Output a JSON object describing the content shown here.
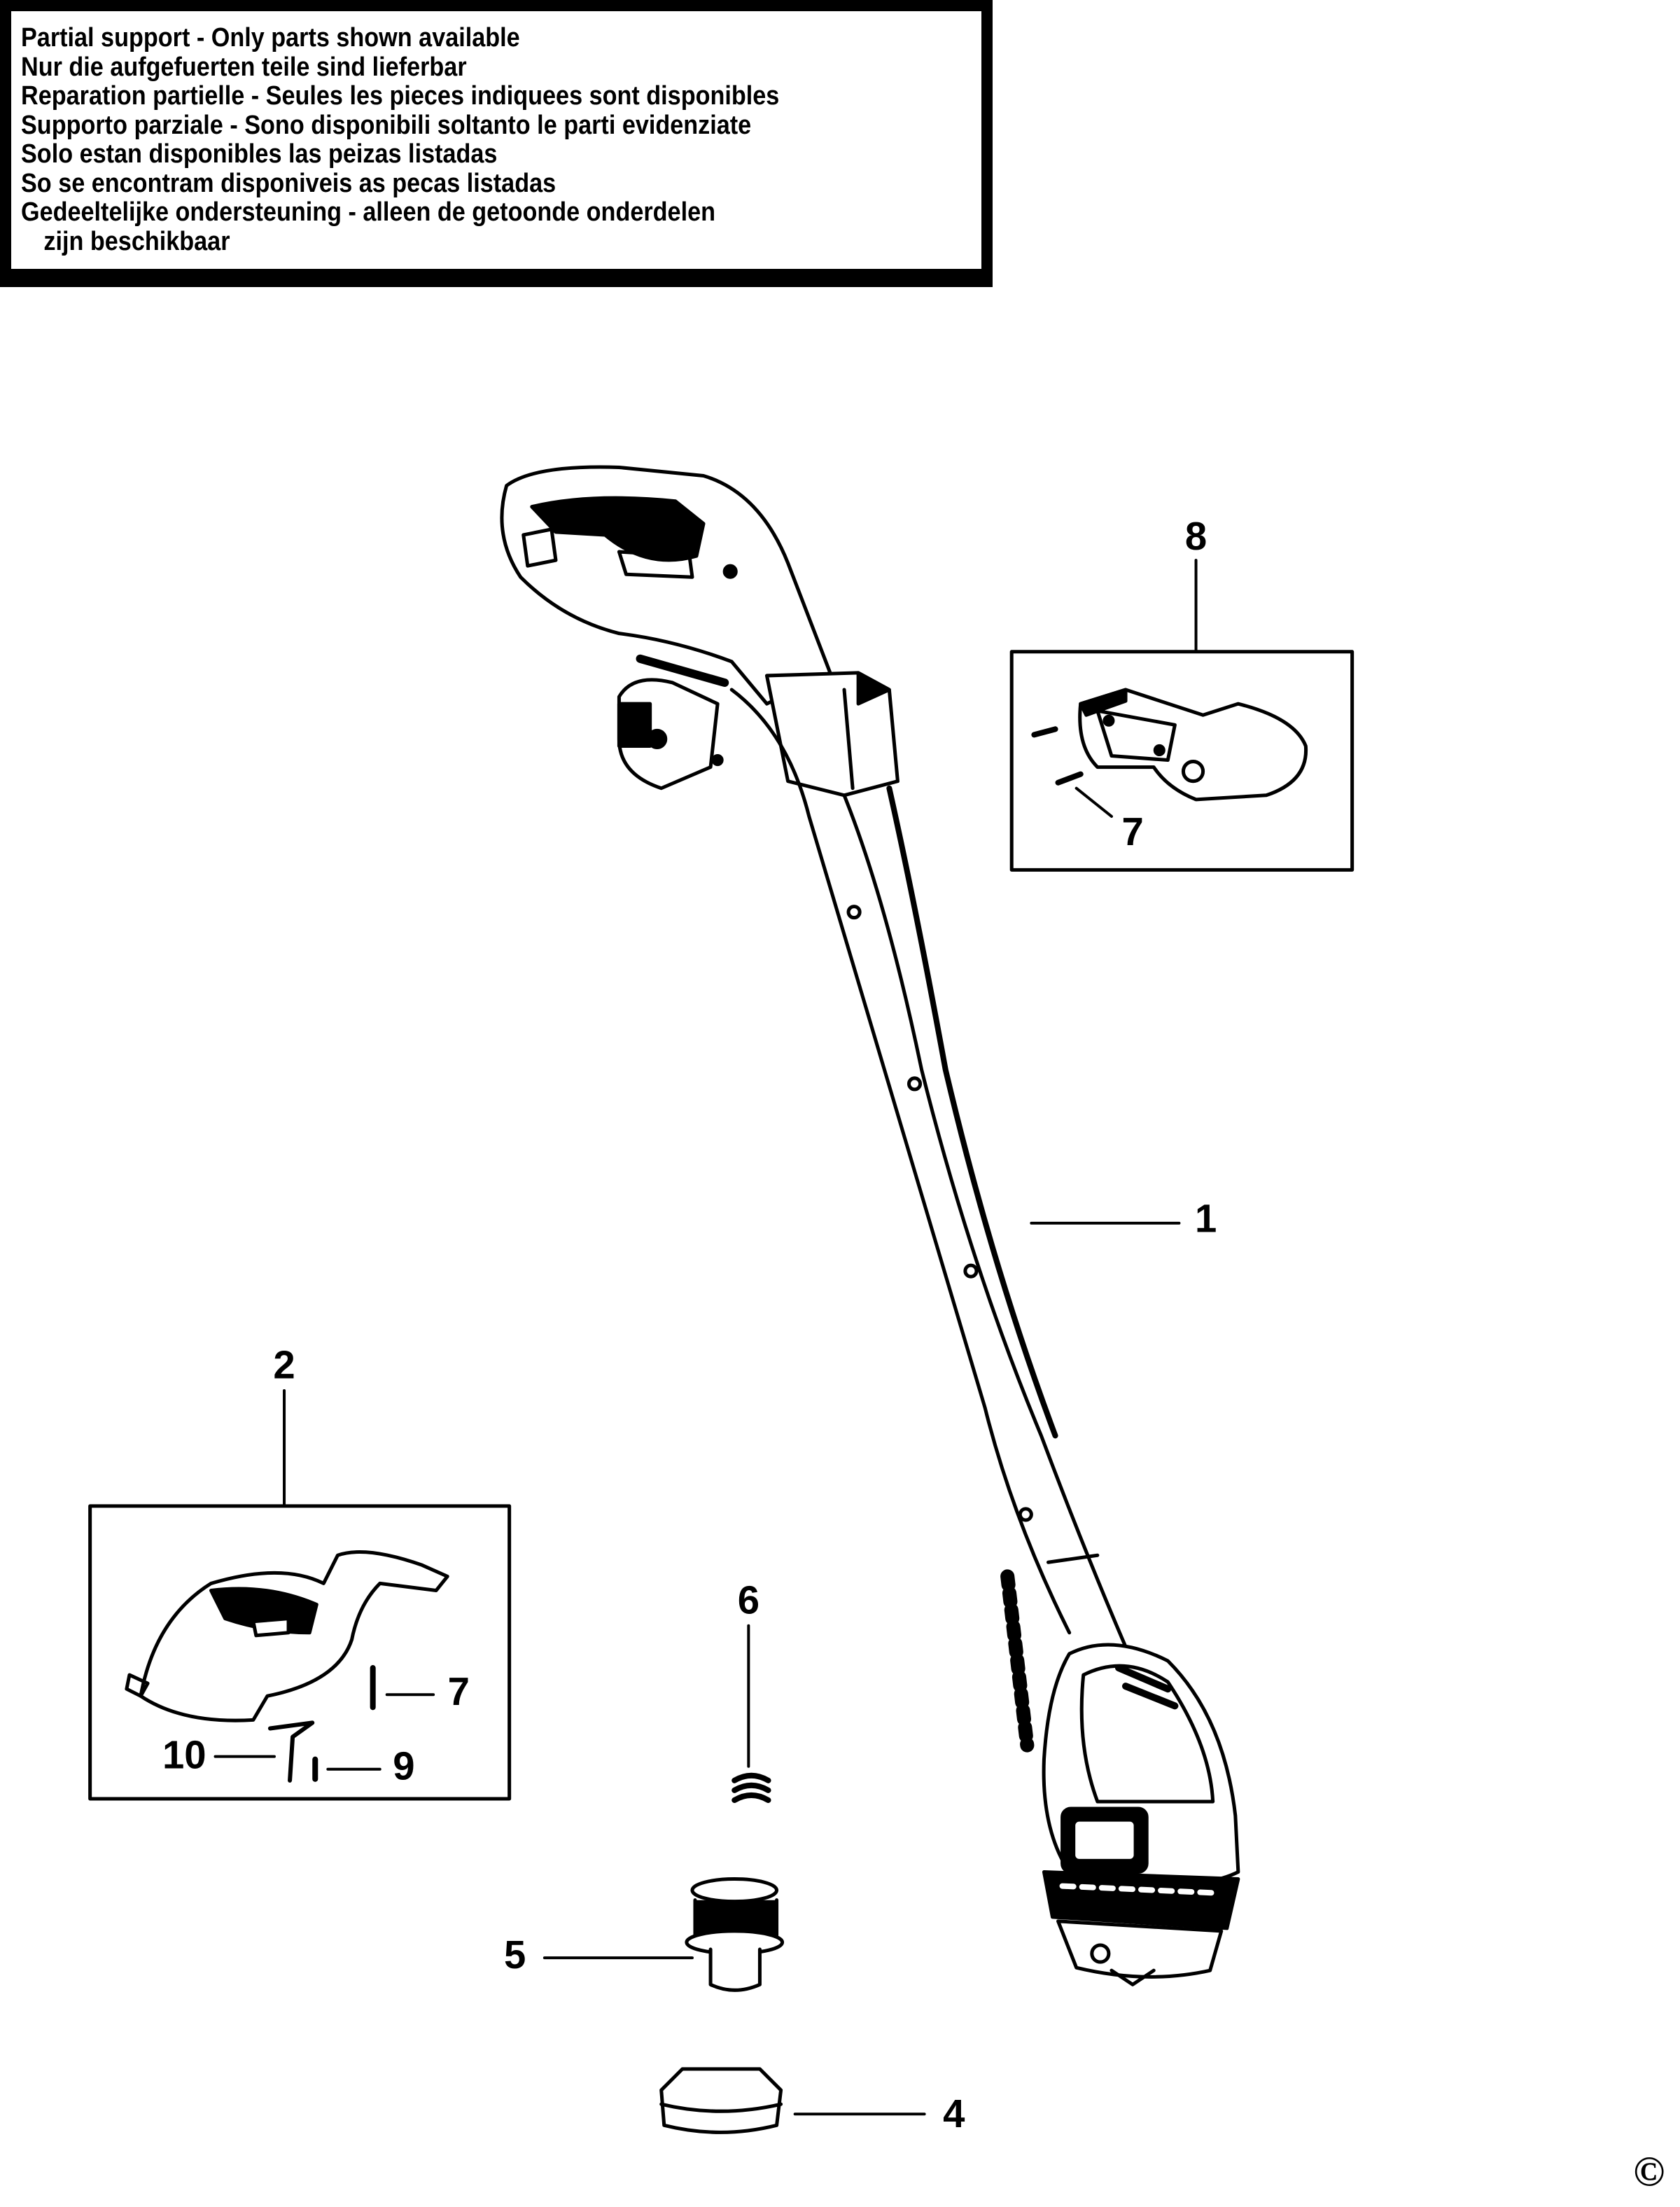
{
  "notice": {
    "lines": [
      "Partial support - Only parts shown available",
      "Nur die aufgefuerten teile sind lieferbar",
      "Reparation partielle - Seules les pieces indiquees sont disponibles",
      "Supporto parziale - Sono disponibili soltanto le parti evidenziate",
      "Solo estan disponibles las peizas listadas",
      "So se encontram disponiveis as pecas listadas",
      "Gedeeltelijke ondersteuning - alleen de getoonde onderdelen",
      "zijn beschikbaar"
    ]
  },
  "callouts": {
    "part_1": "1",
    "part_2": "2",
    "part_4": "4",
    "part_5": "5",
    "part_6": "6",
    "part_7_box8": "7",
    "part_7_box2": "7",
    "part_8": "8",
    "part_9": "9",
    "part_10": "10"
  },
  "copyright": "©"
}
